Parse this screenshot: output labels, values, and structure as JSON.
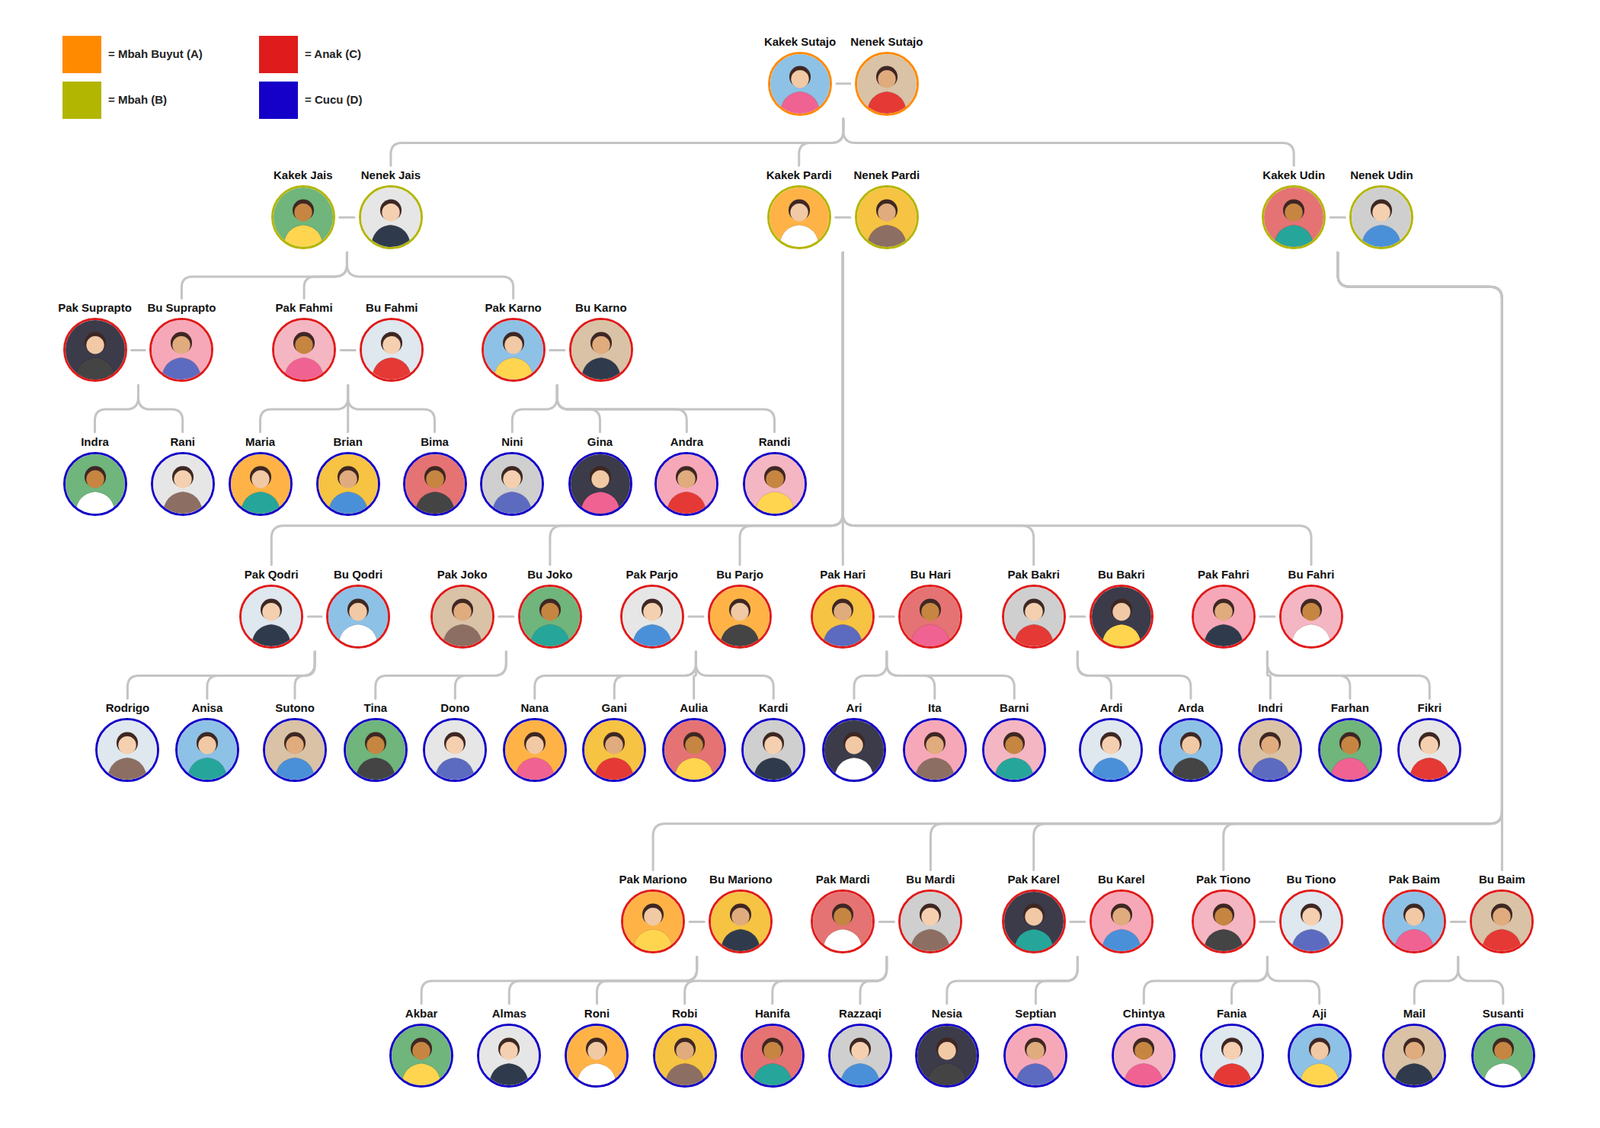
{
  "diagram": {
    "nodes": [
      {
        "text": [
          "Kakek Sutajo"
        ]
      },
      {
        "text": [
          "Nenek Sutajo"
        ]
      },
      {
        "text": [
          "Kakek Jais"
        ]
      },
      {
        "text": [
          "Nenek Jais"
        ]
      },
      {
        "text": [
          "Kakek Pardi"
        ]
      },
      {
        "text": [
          "Nenek Pardi"
        ]
      },
      {
        "text": [
          "Kakek Udin"
        ]
      },
      {
        "text": [
          "Nenek Udin"
        ]
      },
      {
        "text": [
          "Pak Suprapto"
        ]
      },
      {
        "text": [
          "Bu Suprapto"
        ]
      },
      {
        "text": [
          "Pak Fahmi"
        ]
      },
      {
        "text": [
          "Bu Fahmi"
        ]
      },
      {
        "text": [
          "Pak Karno"
        ]
      },
      {
        "text": [
          "Bu Karno"
        ]
      },
      {
        "text": [
          "Indra"
        ]
      },
      {
        "text": [
          "Rani"
        ]
      },
      {
        "text": [
          "Maria"
        ]
      },
      {
        "text": [
          "Brian"
        ]
      },
      {
        "text": [
          "Bima"
        ]
      },
      {
        "text": [
          "Nini"
        ]
      },
      {
        "text": [
          "Gina"
        ]
      },
      {
        "text": [
          "Andra"
        ]
      },
      {
        "text": [
          "Randi"
        ]
      },
      {
        "text": [
          "Pak Qodri"
        ]
      },
      {
        "text": [
          "Bu Qodri"
        ]
      },
      {
        "text": [
          "Pak Joko"
        ]
      },
      {
        "text": [
          "Bu Joko"
        ]
      },
      {
        "text": [
          "Pak Parjo"
        ]
      },
      {
        "text": [
          "Bu Parjo"
        ]
      },
      {
        "text": [
          "Pak Hari"
        ]
      },
      {
        "text": [
          "Bu Hari"
        ]
      },
      {
        "text": [
          "Pak Bakri"
        ]
      },
      {
        "text": [
          "Bu Bakri"
        ]
      },
      {
        "text": [
          "Pak Fahri"
        ]
      },
      {
        "text": [
          "Bu Fahri"
        ]
      },
      {
        "text": [
          "Rodrigo"
        ]
      },
      {
        "text": [
          "Anisa"
        ]
      },
      {
        "text": [
          "Sutono"
        ]
      },
      {
        "text": [
          "Tina"
        ]
      },
      {
        "text": [
          "Dono"
        ]
      },
      {
        "text": [
          "Nana"
        ]
      },
      {
        "text": [
          "Gani"
        ]
      },
      {
        "text": [
          "Aulia"
        ]
      },
      {
        "text": [
          "Kardi"
        ]
      },
      {
        "text": [
          "Ari"
        ]
      },
      {
        "text": [
          "Ita"
        ]
      },
      {
        "text": [
          "Barni"
        ]
      },
      {
        "text": [
          "Ardi"
        ]
      },
      {
        "text": [
          "Arda"
        ]
      },
      {
        "text": [
          "Indri"
        ]
      },
      {
        "text": [
          "Farhan"
        ]
      },
      {
        "text": [
          "Fikri"
        ]
      },
      {
        "text": [
          "Pak Mariono"
        ]
      },
      {
        "text": [
          "Bu Mariono"
        ]
      },
      {
        "text": [
          "Pak Mardi"
        ]
      },
      {
        "text": [
          "Bu Mardi"
        ]
      },
      {
        "text": [
          "Pak Karel"
        ]
      },
      {
        "text": [
          "Bu Karel"
        ]
      },
      {
        "text": [
          "Pak Tiono"
        ]
      },
      {
        "text": [
          "Bu Tiono"
        ]
      },
      {
        "text": [
          "Pak Baim"
        ]
      },
      {
        "text": [
          "Bu Baim"
        ]
      },
      {
        "text": [
          "Akbar"
        ]
      },
      {
        "text": [
          "Almas"
        ]
      },
      {
        "text": [
          "Roni"
        ]
      },
      {
        "text": [
          "Robi"
        ]
      },
      {
        "text": [
          "Hanifa"
        ]
      },
      {
        "text": [
          "Razzaqi"
        ]
      },
      {
        "text": [
          "Nesia"
        ]
      },
      {
        "text": [
          "Septian"
        ]
      },
      {
        "text": [
          "Chintya"
        ]
      },
      {
        "text": [
          "Fania"
        ]
      },
      {
        "text": [
          "Aji"
        ]
      },
      {
        "text": [
          "Mail"
        ]
      },
      {
        "text": [
          "Susanti"
        ]
      }
    ],
    "edges": [
      {
        "from": 0,
        "to": 1,
        "arrow": "none"
      },
      {
        "from": 2,
        "to": 3,
        "arrow": "none"
      },
      {
        "from": 4,
        "to": 5,
        "arrow": "none"
      },
      {
        "from": 6,
        "to": 7,
        "arrow": "none"
      },
      {
        "from": 8,
        "to": 9,
        "arrow": "none"
      },
      {
        "from": 10,
        "to": 11,
        "arrow": "none"
      },
      {
        "from": 12,
        "to": 13,
        "arrow": "none"
      },
      {
        "from": 23,
        "to": 24,
        "arrow": "none"
      },
      {
        "from": 25,
        "to": 26,
        "arrow": "none"
      },
      {
        "from": 27,
        "to": 28,
        "arrow": "none"
      },
      {
        "from": 29,
        "to": 30,
        "arrow": "none"
      },
      {
        "from": 31,
        "to": 32,
        "arrow": "none"
      },
      {
        "from": 33,
        "to": 34,
        "arrow": "none"
      },
      {
        "from": 52,
        "to": 53,
        "arrow": "none"
      },
      {
        "from": 54,
        "to": 55,
        "arrow": "none"
      },
      {
        "from": 56,
        "to": 57,
        "arrow": "none"
      },
      {
        "from": 58,
        "to": 59,
        "arrow": "none"
      },
      {
        "from": 60,
        "to": 61,
        "arrow": "none"
      },
      {
        "from": 0,
        "to": 3,
        "arrow": "none"
      },
      {
        "from": 0,
        "to": 4,
        "arrow": "none"
      },
      {
        "from": 0,
        "to": 6,
        "arrow": "none"
      },
      {
        "from": 2,
        "to": 9,
        "arrow": "none"
      },
      {
        "from": 2,
        "to": 10,
        "arrow": "none"
      },
      {
        "from": 2,
        "to": 12,
        "arrow": "none"
      },
      {
        "from": 4,
        "to": 23,
        "arrow": "none"
      },
      {
        "from": 4,
        "to": 26,
        "arrow": "none"
      },
      {
        "from": 4,
        "to": 28,
        "arrow": "none"
      },
      {
        "from": 4,
        "to": 29,
        "arrow": "none"
      },
      {
        "from": 4,
        "to": 31,
        "arrow": "none"
      },
      {
        "from": 4,
        "to": 34,
        "arrow": "none"
      },
      {
        "from": 6,
        "to": 52,
        "arrow": "none"
      },
      {
        "from": 6,
        "to": 55,
        "arrow": "none"
      },
      {
        "from": 6,
        "to": 56,
        "arrow": "none"
      },
      {
        "from": 6,
        "to": 58,
        "arrow": "none"
      },
      {
        "from": 6,
        "to": 61,
        "arrow": "none"
      },
      {
        "from": 8,
        "to": 14,
        "arrow": "none"
      },
      {
        "from": 8,
        "to": 15,
        "arrow": "none"
      },
      {
        "from": 10,
        "to": 16,
        "arrow": "none"
      },
      {
        "from": 10,
        "to": 17,
        "arrow": "none"
      },
      {
        "from": 10,
        "to": 18,
        "arrow": "none"
      },
      {
        "from": 12,
        "to": 19,
        "arrow": "none"
      },
      {
        "from": 12,
        "to": 20,
        "arrow": "none"
      },
      {
        "from": 12,
        "to": 21,
        "arrow": "none"
      },
      {
        "from": 12,
        "to": 22,
        "arrow": "none"
      },
      {
        "from": 23,
        "to": 35,
        "arrow": "none"
      },
      {
        "from": 23,
        "to": 36,
        "arrow": "none"
      },
      {
        "from": 23,
        "to": 37,
        "arrow": "none"
      },
      {
        "from": 25,
        "to": 38,
        "arrow": "none"
      },
      {
        "from": 25,
        "to": 39,
        "arrow": "none"
      },
      {
        "from": 27,
        "to": 40,
        "arrow": "none"
      },
      {
        "from": 27,
        "to": 41,
        "arrow": "none"
      },
      {
        "from": 27,
        "to": 42,
        "arrow": "none"
      },
      {
        "from": 27,
        "to": 43,
        "arrow": "none"
      },
      {
        "from": 29,
        "to": 44,
        "arrow": "none"
      },
      {
        "from": 29,
        "to": 45,
        "arrow": "none"
      },
      {
        "from": 29,
        "to": 46,
        "arrow": "none"
      },
      {
        "from": 31,
        "to": 47,
        "arrow": "none"
      },
      {
        "from": 31,
        "to": 48,
        "arrow": "none"
      },
      {
        "from": 33,
        "to": 49,
        "arrow": "none"
      },
      {
        "from": 33,
        "to": 50,
        "arrow": "none"
      },
      {
        "from": 33,
        "to": 51,
        "arrow": "none"
      },
      {
        "from": 52,
        "to": 62,
        "arrow": "none"
      },
      {
        "from": 52,
        "to": 63,
        "arrow": "none"
      },
      {
        "from": 52,
        "to": 64,
        "arrow": "none"
      },
      {
        "from": 54,
        "to": 65,
        "arrow": "none"
      },
      {
        "from": 54,
        "to": 66,
        "arrow": "none"
      },
      {
        "from": 54,
        "to": 67,
        "arrow": "none"
      },
      {
        "from": 56,
        "to": 68,
        "arrow": "none"
      },
      {
        "from": 56,
        "to": 69,
        "arrow": "none"
      },
      {
        "from": 58,
        "to": 70,
        "arrow": "none"
      },
      {
        "from": 58,
        "to": 71,
        "arrow": "none"
      },
      {
        "from": 58,
        "to": 72,
        "arrow": "none"
      },
      {
        "from": 60,
        "to": 73,
        "arrow": "none"
      },
      {
        "from": 60,
        "to": 74,
        "arrow": "none"
      }
    ],
    "legend": [
      {
        "text": "= Mbah Buyut (A)",
        "color": "#FF8A00"
      },
      {
        "text": "= Mbah (B)",
        "color": "#B3B600"
      },
      {
        "text": "= Anak (C)",
        "color": "#E01B1B"
      },
      {
        "text": "= Cucu (D)",
        "color": "#1400C8"
      }
    ]
  }
}
